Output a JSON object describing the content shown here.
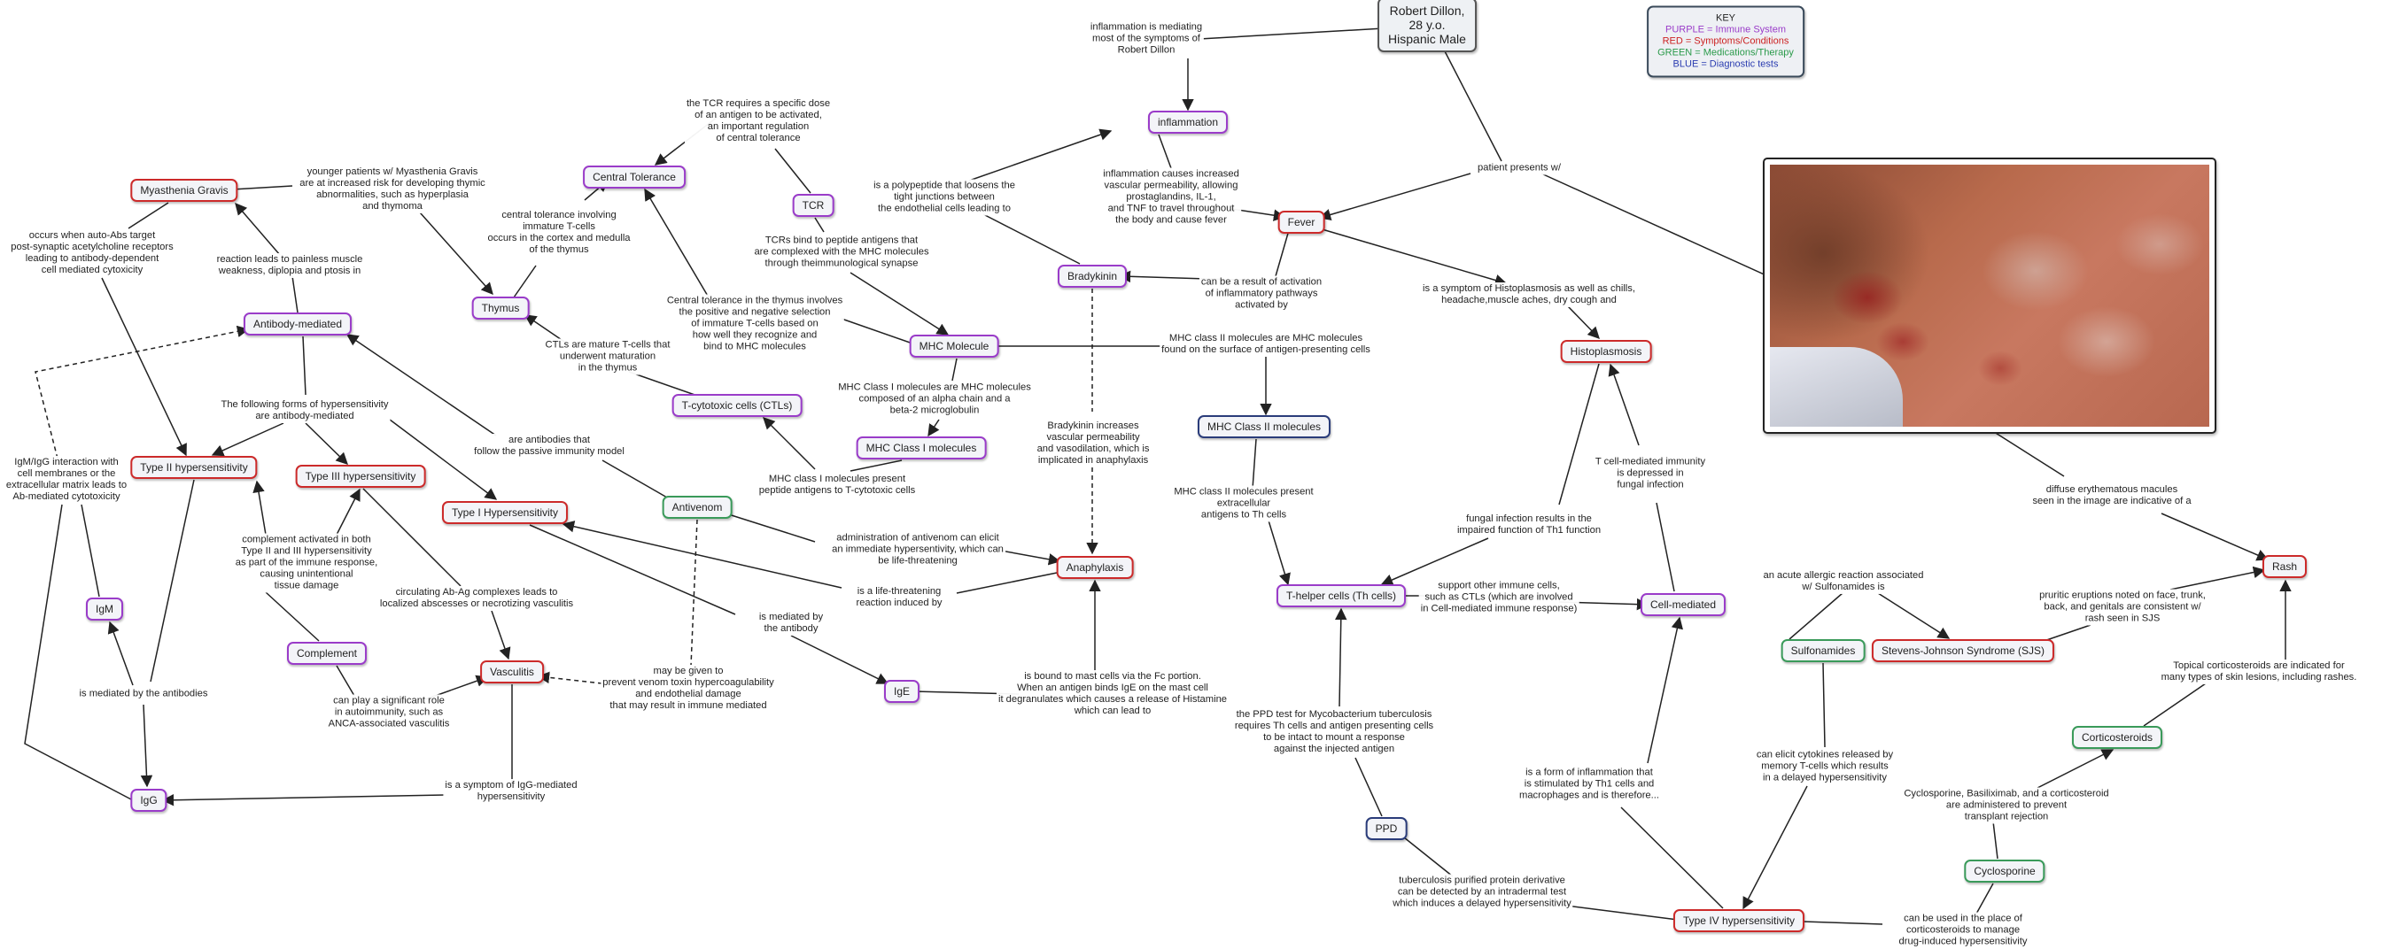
{
  "nodes": {
    "patient": "Robert Dillon,\n28 y.o.\nHispanic Male",
    "inflammation": "inflammation",
    "fever": "Fever",
    "bradykinin": "Bradykinin",
    "tcr": "TCR",
    "central_tolerance": "Central Tolerance",
    "thymus": "Thymus",
    "myasthenia_gravis": "Myasthenia Gravis",
    "antibody_mediated": "Antibody-mediated",
    "mhc_molecule": "MHC Molecule",
    "t_cytotoxic": "T-cytotoxic cells (CTLs)",
    "mhc_class_i": "MHC Class I molecules",
    "mhc_class_ii": "MHC Class II molecules",
    "histoplasmosis": "Histoplasmosis",
    "type_ii": "Type II hypersensitivity",
    "type_iii": "Type III hypersensitivity",
    "type_i": "Type I Hypersensitivity",
    "antivenom": "Antivenom",
    "anaphylaxis": "Anaphylaxis",
    "igm": "IgM",
    "complement": "Complement",
    "vasculitis": "Vasculitis",
    "ige": "IgE",
    "igg": "IgG",
    "t_helper": "T-helper cells (Th cells)",
    "cell_mediated": "Cell-mediated",
    "sulfonamides": "Sulfonamides",
    "sjs": "Stevens-Johnson Syndrome (SJS)",
    "rash": "Rash",
    "corticosteroids": "Corticosteroids",
    "cyclosporine": "Cyclosporine",
    "ppd": "PPD",
    "type_iv": "Type IV hypersensitivity"
  },
  "key": {
    "title": "KEY",
    "purple": "PURPLE = Immune System",
    "red": "RED = Symptoms/Conditions",
    "green": "GREEN = Medications/Therapy",
    "blue": "BLUE = Diagnostic tests"
  },
  "colors": {
    "purple": "#9a3cc9",
    "red": "#cc2a2a",
    "green": "#3a9a5a",
    "blue": "#2a3c7a",
    "edge": "#222222"
  },
  "links": {
    "l1": "inflammation is mediating\nmost of the symptoms of\nRobert Dillon",
    "l2": "the TCR requires a specific dose\nof an antigen to be activated,\nan important regulation\nof central tolerance",
    "l3": "is a polypeptide that loosens the\ntight junctions between\nthe endothelial cells leading to",
    "l4": "inflammation causes increased\nvascular permeability, allowing\nprostaglandins, IL-1,\nand TNF to travel throughout\nthe body and cause fever",
    "l5": "patient presents w/",
    "l6": "younger patients w/ Myasthenia Gravis\nare at increased risk for developing thymic\nabnormalities, such as hyperplasia\nand thymoma",
    "l7": "central tolerance involving\nimmature T-cells\noccurs in the cortex and medulla\nof the thymus",
    "l8": "TCRs bind to peptide antigens that\nare complexed with the MHC molecules\nthrough theimmunological synapse",
    "l9": "occurs when auto-Abs target\npost-synaptic acetylcholine receptors\nleading to antibody-dependent\ncell mediated cytoxicity",
    "l10": "reaction leads to painless muscle\nweakness, diplopia and ptosis in",
    "l11": "can be a result of activation\nof inflammatory pathways\nactivated by",
    "l12": "is a symptom of Histoplasmosis as well as chills,\nheadache,muscle aches, dry cough and",
    "l13": "Central tolerance in the thymus involves\nthe positive and negative selection\nof immature T-cells based on\nhow well they recognize and\nbind to MHC molecules",
    "l14": "CTLs are mature T-cells that\nunderwent maturation\nin the thymus",
    "l15": "MHC class II molecules are MHC molecules\nfound on the surface of antigen-presenting cells",
    "l16": "The following forms of hypersensitivity\nare antibody-mediated",
    "l17": "MHC Class I molecules are MHC molecules\ncomposed of an alpha chain and a\nbeta-2 microglobulin",
    "l18": "Bradykinin increases\nvascular permeability\nand vasodilation, which is\nimplicated in anaphylaxis",
    "l19": "IgM/IgG interaction with\ncell membranes or the\nextracellular matrix leads to\nAb-mediated cytotoxicity",
    "l20": "are antibodies that\nfollow the passive immunity model",
    "l21": "MHC class I molecules present\npeptide antigens to T-cytotoxic cells",
    "l22": "MHC class II molecules present\nextracellular\nantigens to Th cells",
    "l23": "T cell-mediated immunity\nis depressed in\nfungal infection",
    "l24": "fungal infection results in the\nimpaired function of Th1 function",
    "l25": "diffuse erythematous macules\nseen in the image are indicative of a",
    "l26": "complement activated in both\nType II and III hypersensitivity\nas part of the immune response,\ncausing unintentional\ntissue damage",
    "l27": "administration of antivenom can elicit\nan immediate hypersentivity, which can\nbe life-threatening",
    "l28": "circulating Ab-Ag complexes leads to\nlocalized abscesses or necrotizing vasculitis",
    "l29": "is a life-threatening\nreaction induced by",
    "l30": "support other immune cells,\nsuch as CTLs (which are involved\nin Cell-mediated immune response)",
    "l31": "an acute allergic reaction associated\nw/ Sulfonamides is",
    "l32": "pruritic eruptions noted on face, trunk,\nback, and genitals are consistent w/\nrash seen in SJS",
    "l33": "is mediated by\nthe antibody",
    "l34": "is mediated by the antibodies",
    "l35": "may be given to\nprevent venom toxin hypercoagulability\nand endothelial damage\nthat may result in immune mediated",
    "l36": "is bound to mast cells via the Fc portion.\nWhen an antigen binds IgE on the mast cell\nit degranulates which causes a release of Histamine\nwhich can lead to",
    "l37": "Topical corticosteroids are indicated for\nmany types of skin lesions, including rashes.",
    "l38": "can play a significant role\nin autoimmunity, such as\nANCA-associated vasculitis",
    "l39": "the PPD test for Mycobacterium tuberculosis\nrequires Th cells and antigen presenting cells\nto be intact to mount a response\nagainst the injected antigen",
    "l40": "can elicit cytokines released by\nmemory T-cells which results\nin a delayed hypersensitivity",
    "l41": "is a form of inflammation that\nis stimulated by Th1 cells and\nmacrophages and is therefore...",
    "l42": "Cyclosporine, Basiliximab, and a corticosteroid\nare administered to prevent\ntransplant rejection",
    "l43": "is a symptom of IgG-mediated\nhypersensitivity",
    "l44": "tuberculosis purified protein derivative\ncan be detected by an intradermal test\nwhich induces a delayed hypersensitivity",
    "l45": "can be used in the place of\ncorticosteroids to manage\ndrug-induced hypersensitivity"
  }
}
